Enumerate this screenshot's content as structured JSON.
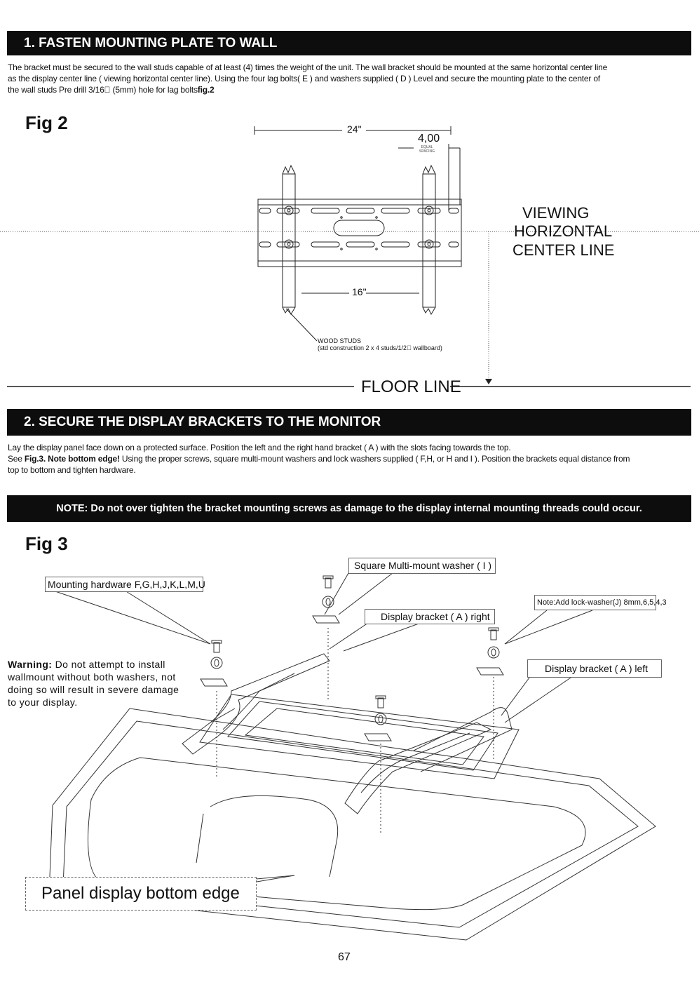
{
  "section1": {
    "heading": "1. FASTEN MOUNTING PLATE TO WALL",
    "line1": "The bracket must be secured to the wall studs capable of at least  (4) times the weight of the unit. The wall bracket should be mounted at the same horizontal center line",
    "line2": "as the display center line ( viewing horizontal center line). Using the four lag bolts( E ) and washers supplied ( D ) Level  and secure the mounting plate to the center of",
    "line3_a": "the wall studs Pre drill 3/16\u0000  (5mm) hole for lag bolts",
    "line3_b": "fig.2"
  },
  "fig2": {
    "label": "Fig 2",
    "dim_width": "24\"",
    "dim_spacing": "4,00",
    "equal_spacing": "EQUAL SPACING",
    "dim_studs": "16\"",
    "wood_studs": "WOOD STUDS",
    "wood_studs_note": "(std construction 2 x 4 studs/1/2\u0000 wallboard)",
    "viewing_1": "VIEWING",
    "viewing_2": "HORIZONTAL",
    "viewing_3": "CENTER LINE",
    "floor_line": "FLOOR LINE"
  },
  "section2": {
    "heading": "2. SECURE THE DISPLAY BRACKETS TO THE MONITOR",
    "line1": "Lay the display panel face down on a protected surface. Position the left and the right hand  bracket ( A ) with the slots facing towards the top.",
    "line2_a": "See ",
    "line2_b": "Fig.3. Note bottom edge!",
    "line2_c": " Using the proper screws, square multi-mount washers and lock washers  supplied  ( F,H, or H and I ). Position the  brackets equal distance from",
    "line3": "top to bottom and tighten hardware."
  },
  "note": "NOTE: Do not over tighten the bracket mounting screws as damage to the display internal mounting threads could occur.",
  "fig3": {
    "label": "Fig 3",
    "square_washer": "Square Multi-mount washer ( I )",
    "mounting_hardware": "Mounting hardware F,G,H,J,K,L,M,U",
    "lock_washer_note": "Note:Add lock-washer(J) 8mm,6,5,4,3",
    "bracket_right": "Display bracket ( A ) right",
    "bracket_left": "Display bracket ( A ) left",
    "warning_label": "Warning:",
    "warning_1": " Do not attempt to install",
    "warning_2": "wallmount without both washers, not",
    "warning_3": "doing so will result in severe damage",
    "warning_4": "to your display.",
    "bottom_edge": "Panel display bottom edge"
  },
  "page_number": "67"
}
